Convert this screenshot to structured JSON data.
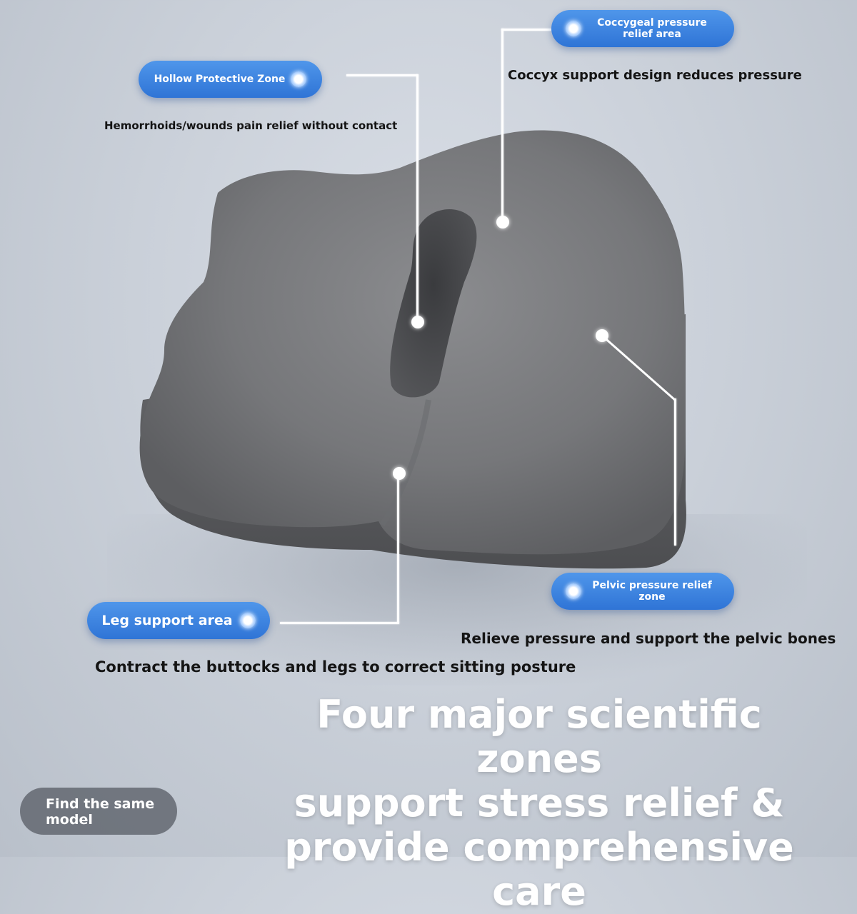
{
  "zones": {
    "hollow": {
      "label": "Hollow Protective Zone",
      "description": "Hemorrhoids/wounds pain relief without contact"
    },
    "coccygeal": {
      "label_line1": "Coccygeal pressure",
      "label_line2": "relief area",
      "description": "Coccyx support design reduces pressure"
    },
    "leg": {
      "label": "Leg support area",
      "description": "Contract the buttocks and legs to correct sitting posture"
    },
    "pelvic": {
      "label_line1": "Pelvic pressure relief",
      "label_line2": "zone",
      "description": "Relieve pressure and support the pelvic bones"
    }
  },
  "headline": {
    "line1": "Four major scientific zones",
    "line2": "support stress relief &",
    "line3": "provide comprehensive care"
  },
  "find_button": {
    "line1": "Find the same",
    "line2": "model"
  },
  "colors": {
    "pill_blue": "#3b82e0",
    "cushion_gray": "#7a7b7e",
    "background": "#cbd1da"
  },
  "icons": {
    "pill_indicator": "glowing-dot-icon",
    "zone_marker": "white-dot-icon"
  }
}
